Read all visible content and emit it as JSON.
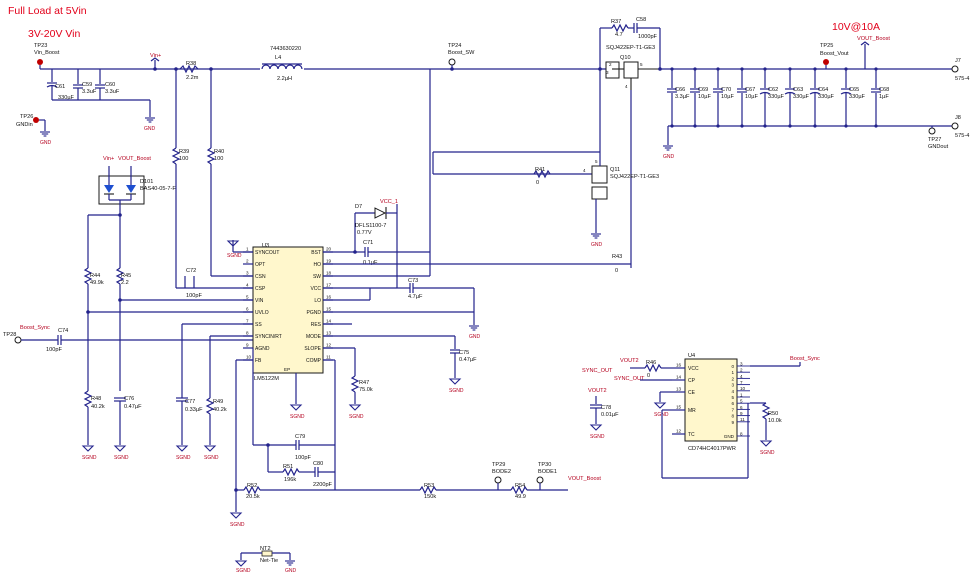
{
  "notes": {
    "full_load": "Full Load at 5Vin",
    "input_range": "3V-20V Vin",
    "output_rating": "10V@10A"
  },
  "colors": {
    "wire": "#23238c",
    "net_label": "#b4001e",
    "note": "#e2001a",
    "testpoint": "#c00000",
    "ic_fill": "#fff7cc",
    "diode_fill": "#1e4fd0"
  },
  "testpoints": {
    "tp23": {
      "ref": "TP23",
      "name": "Vin_Boost"
    },
    "tp26": {
      "ref": "TP26",
      "name": "GNDin"
    },
    "tp24": {
      "ref": "TP24",
      "name": "Boost_SW"
    },
    "tp25": {
      "ref": "TP25",
      "name": "Boost_Vout"
    },
    "tp27": {
      "ref": "TP27",
      "name": "GNDout"
    },
    "tp28": {
      "ref": "TP28",
      "name": "Boost_Sync"
    },
    "tp29": {
      "ref": "TP29",
      "name": "BODE2"
    },
    "tp30": {
      "ref": "TP30",
      "name": "BODE1"
    }
  },
  "connectors": {
    "j7": {
      "ref": "J7",
      "part": "575-4"
    },
    "j8": {
      "ref": "J8",
      "part": "575-4"
    }
  },
  "net_labels": {
    "vin_plus": "Vin+",
    "vout_boost": "VOUT_Boost",
    "vcc_1": "VCC_1",
    "boost_sync": "Boost_Sync",
    "vout2": "VOUT2",
    "sync_out": "SYNC_OUT",
    "sgnd": "SGND",
    "gnd": "GND"
  },
  "components": {
    "c61": {
      "ref": "C61",
      "value": "330µF"
    },
    "c59": {
      "ref": "C59",
      "value": "3.3uF"
    },
    "c60": {
      "ref": "C60",
      "value": "3.3uF"
    },
    "r38": {
      "ref": "R38",
      "value": "2.2m"
    },
    "l4": {
      "ref": "L4",
      "value": "2.2µH",
      "part": "7443630220"
    },
    "r37": {
      "ref": "R37",
      "value": "4.7"
    },
    "c58": {
      "ref": "C58",
      "value": "1000pF"
    },
    "q10": {
      "ref": "Q10",
      "part": "SQJ422EP-T1-GE3"
    },
    "q11": {
      "ref": "Q11",
      "part": "SQJ422EP-T1-GE3"
    },
    "c66": {
      "ref": "C66",
      "value": "3.3µF"
    },
    "c69": {
      "ref": "C69",
      "value": "10µF"
    },
    "c70": {
      "ref": "C70",
      "value": "10µF"
    },
    "c67": {
      "ref": "C67",
      "value": "10µF"
    },
    "c62": {
      "ref": "C62",
      "value": "330µF"
    },
    "c63": {
      "ref": "C63",
      "value": "330µF"
    },
    "c64": {
      "ref": "C64",
      "value": "330µF"
    },
    "c65": {
      "ref": "C65",
      "value": "330µF"
    },
    "c68": {
      "ref": "C68",
      "value": "1µF"
    },
    "r39": {
      "ref": "R39",
      "value": "100"
    },
    "r40": {
      "ref": "R40",
      "value": "100"
    },
    "d101": {
      "ref": "D101",
      "part": "BAS40-05-7-F"
    },
    "d7": {
      "ref": "D7",
      "part": "DFLS1100-7",
      "value": "0.77V"
    },
    "c71": {
      "ref": "C71",
      "value": "0.1µF"
    },
    "r41": {
      "ref": "R41",
      "value": "0"
    },
    "r43": {
      "ref": "R43",
      "value": "0"
    },
    "c72": {
      "ref": "C72",
      "value": "100pF"
    },
    "c73": {
      "ref": "C73",
      "value": "4.7µF"
    },
    "r44": {
      "ref": "R44",
      "value": "49.9k"
    },
    "r45": {
      "ref": "R45",
      "value": "2.2"
    },
    "c74": {
      "ref": "C74",
      "value": "100pF"
    },
    "c75": {
      "ref": "C75",
      "value": "0.47µF"
    },
    "r47": {
      "ref": "R47",
      "value": "75.0k"
    },
    "r48": {
      "ref": "R48",
      "value": "40.2k"
    },
    "c76": {
      "ref": "C76",
      "value": "0.47µF"
    },
    "c77": {
      "ref": "C77",
      "value": "0.33µF"
    },
    "r49": {
      "ref": "R49",
      "value": "40.2k"
    },
    "c79": {
      "ref": "C79",
      "value": "100pF"
    },
    "r51": {
      "ref": "R51",
      "value": "196k"
    },
    "c80": {
      "ref": "C80",
      "value": "2200pF"
    },
    "r52": {
      "ref": "R52",
      "value": "20.5k"
    },
    "r53": {
      "ref": "R53",
      "value": "150k"
    },
    "r54": {
      "ref": "R54",
      "value": "49.9"
    },
    "nt2": {
      "ref": "NT2",
      "value": "Net-Tie"
    },
    "r46": {
      "ref": "R46",
      "value": "0"
    },
    "c78": {
      "ref": "C78",
      "value": "0.01µF"
    },
    "r50": {
      "ref": "R50",
      "value": "10.0k"
    }
  },
  "u3": {
    "ref": "U3",
    "part": "LM5122M",
    "left_pins": [
      {
        "num": "1",
        "name": "SYNCOUT"
      },
      {
        "num": "2",
        "name": "OPT"
      },
      {
        "num": "3",
        "name": "CSN"
      },
      {
        "num": "4",
        "name": "CSP"
      },
      {
        "num": "5",
        "name": "VIN"
      },
      {
        "num": "6",
        "name": "UVLO"
      },
      {
        "num": "7",
        "name": "SS"
      },
      {
        "num": "8",
        "name": "SYNCIN/RT"
      },
      {
        "num": "9",
        "name": "AGND"
      },
      {
        "num": "10",
        "name": "FB"
      }
    ],
    "right_pins": [
      {
        "num": "20",
        "name": "BST"
      },
      {
        "num": "19",
        "name": "HO"
      },
      {
        "num": "18",
        "name": "SW"
      },
      {
        "num": "17",
        "name": "VCC"
      },
      {
        "num": "16",
        "name": "LO"
      },
      {
        "num": "15",
        "name": "PGND"
      },
      {
        "num": "14",
        "name": "RES"
      },
      {
        "num": "13",
        "name": "MODE"
      },
      {
        "num": "12",
        "name": "SLOPE"
      },
      {
        "num": "11",
        "name": "COMP"
      }
    ],
    "pad": "EP"
  },
  "u4": {
    "ref": "U4",
    "part": "CD74HC4017PWR",
    "left_pins": [
      {
        "num": "16",
        "name": "VCC"
      },
      {
        "num": "14",
        "name": "CP"
      },
      {
        "num": "13",
        "name": "CE"
      },
      {
        "num": "15",
        "name": "MR"
      },
      {
        "num": "12",
        "name": "TC"
      }
    ],
    "right_pins": [
      {
        "num": "3",
        "name": "0"
      },
      {
        "num": "2",
        "name": "1"
      },
      {
        "num": "4",
        "name": "2"
      },
      {
        "num": "7",
        "name": "3"
      },
      {
        "num": "10",
        "name": "4"
      },
      {
        "num": "1",
        "name": "5"
      },
      {
        "num": "5",
        "name": "6"
      },
      {
        "num": "6",
        "name": "7"
      },
      {
        "num": "9",
        "name": "8"
      },
      {
        "num": "11",
        "name": "9"
      },
      {
        "num": "8",
        "name": "GND"
      }
    ]
  }
}
